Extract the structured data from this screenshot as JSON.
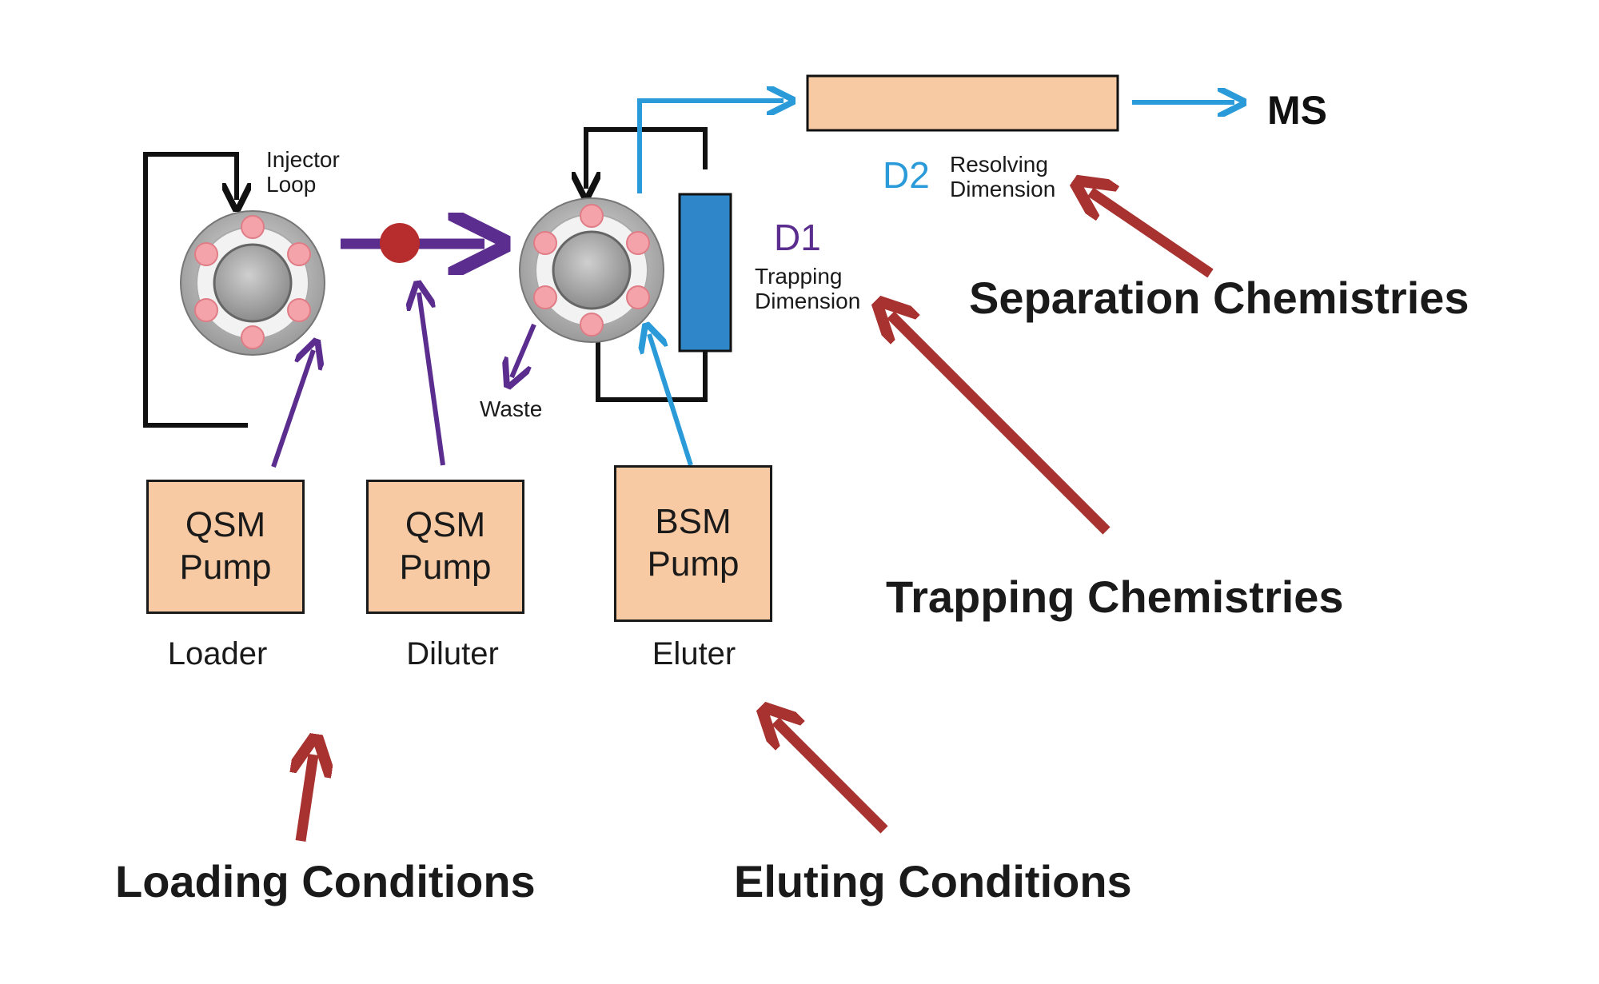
{
  "labels": {
    "injector_loop_line1": "Injector",
    "injector_loop_line2": "Loop",
    "waste": "Waste",
    "d1": "D1",
    "d1_desc_line1": "Trapping",
    "d1_desc_line2": "Dimension",
    "d2": "D2",
    "d2_desc_line1": "Resolving",
    "d2_desc_line2": "Dimension",
    "ms": "MS"
  },
  "pumps": [
    {
      "line1": "QSM",
      "line2": "Pump",
      "role": "Loader"
    },
    {
      "line1": "QSM",
      "line2": "Pump",
      "role": "Diluter"
    },
    {
      "line1": "BSM",
      "line2": "Pump",
      "role": "Eluter"
    }
  ],
  "callouts": {
    "separation": "Separation Chemistries",
    "trapping": "Trapping Chemistries",
    "loading": "Loading Conditions",
    "eluting": "Eluting Conditions"
  },
  "colors": {
    "purple": "#5b2d8e",
    "blue": "#2a9ad8",
    "red": "#a8322f",
    "pump_fill": "#f8caa3",
    "column_blue": "#2f86c8",
    "port_pink": "#f4a3aa",
    "black": "#111111"
  }
}
